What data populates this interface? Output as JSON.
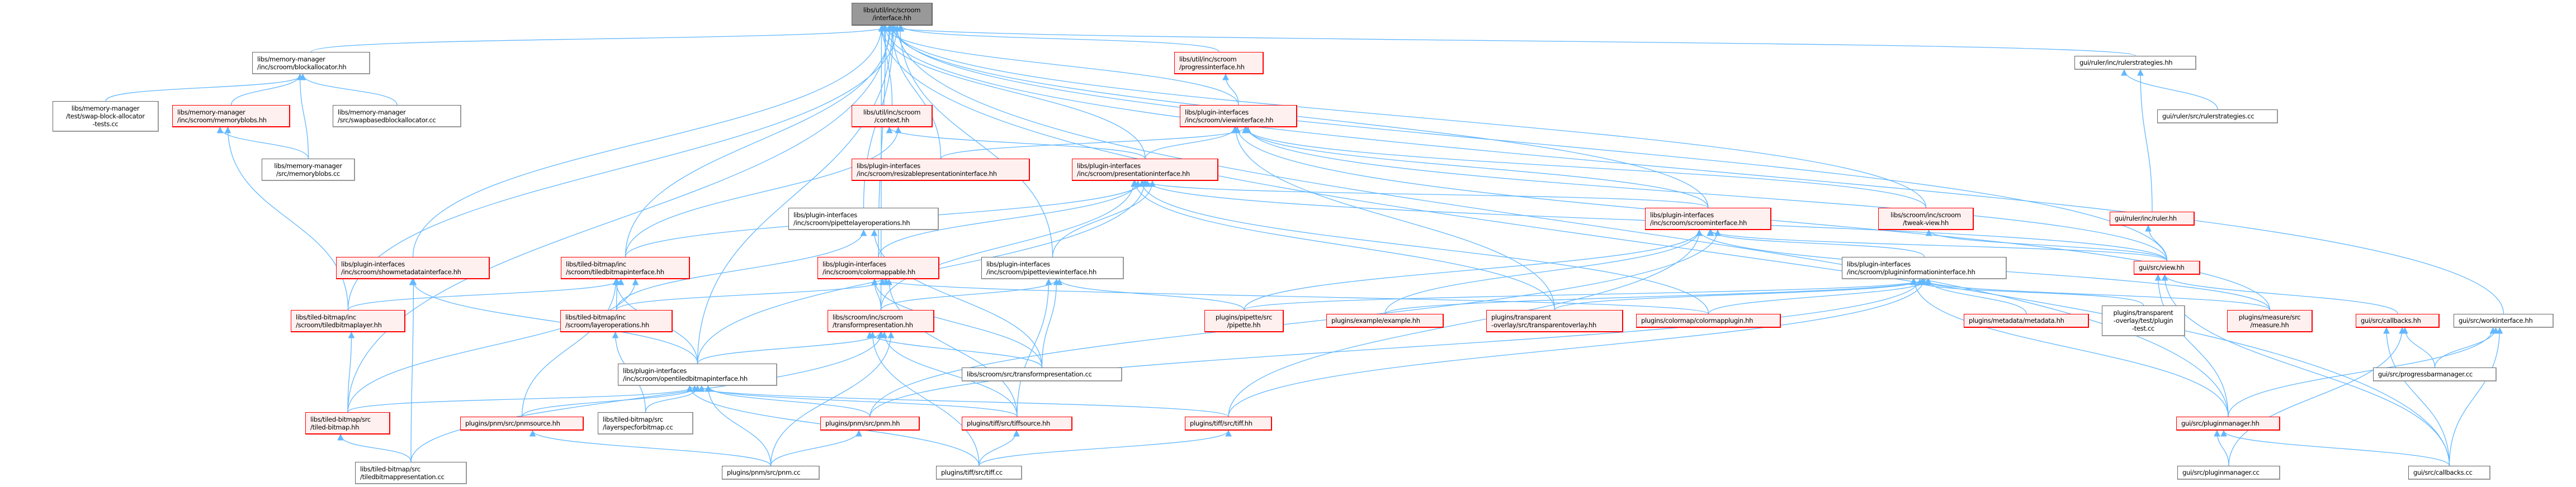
{
  "title": "libs/util/inc/scroom/interface.hh",
  "colors": {
    "edge": "#63b8ff",
    "focus_fill": "#999999",
    "red_border": "#ff0000",
    "red_fill": "#fff0f0",
    "plain_border": "#666666"
  },
  "nodes": [
    {
      "id": "interface",
      "lines": [
        "libs/util/inc/scroom",
        "/interface.hh"
      ],
      "style": "focus"
    },
    {
      "id": "blockallocator",
      "lines": [
        "libs/memory-manager",
        "/inc/scroom/blockallocator.hh"
      ],
      "style": "plain"
    },
    {
      "id": "swaptests",
      "lines": [
        "libs/memory-manager",
        "/test/swap-block-allocator",
        "-tests.cc"
      ],
      "style": "plain"
    },
    {
      "id": "memoryblobs_hh",
      "lines": [
        "libs/memory-manager",
        "/inc/scroom/memoryblobs.hh"
      ],
      "style": "red"
    },
    {
      "id": "swapbased",
      "lines": [
        "libs/memory-manager",
        "/src/swapbasedblockallocator.cc"
      ],
      "style": "plain"
    },
    {
      "id": "memoryblobs_cc",
      "lines": [
        "libs/memory-manager",
        "/src/memoryblobs.cc"
      ],
      "style": "plain"
    },
    {
      "id": "progressinterface",
      "lines": [
        "libs/util/inc/scroom",
        "/progressinterface.hh"
      ],
      "style": "red"
    },
    {
      "id": "context",
      "lines": [
        "libs/util/inc/scroom",
        "/context.hh"
      ],
      "style": "red"
    },
    {
      "id": "viewinterface",
      "lines": [
        "libs/plugin-interfaces",
        "/inc/scroom/viewinterface.hh"
      ],
      "style": "red"
    },
    {
      "id": "resizable",
      "lines": [
        "libs/plugin-interfaces",
        "/inc/scroom/resizablepresentationinterface.hh"
      ],
      "style": "red"
    },
    {
      "id": "presentation",
      "lines": [
        "libs/plugin-interfaces",
        "/inc/scroom/presentationinterface.hh"
      ],
      "style": "red"
    },
    {
      "id": "pipettelayerops",
      "lines": [
        "libs/plugin-interfaces",
        "/inc/scroom/pipettelayeroperations.hh"
      ],
      "style": "plain"
    },
    {
      "id": "scroominterface",
      "lines": [
        "libs/plugin-interfaces",
        "/inc/scroom/scroominterface.hh"
      ],
      "style": "red"
    },
    {
      "id": "tweakview",
      "lines": [
        "libs/scroom/inc/scroom",
        "/tweak-view.hh"
      ],
      "style": "red"
    },
    {
      "id": "rulerstrategies_hh",
      "lines": [
        "gui/ruler/inc/rulerstrategies.hh"
      ],
      "style": "plain"
    },
    {
      "id": "rulerstrategies_cc",
      "lines": [
        "gui/ruler/src/rulerstrategies.cc"
      ],
      "style": "plain"
    },
    {
      "id": "ruler",
      "lines": [
        "gui/ruler/inc/ruler.hh"
      ],
      "style": "red"
    },
    {
      "id": "showmetadata",
      "lines": [
        "libs/plugin-interfaces",
        "/inc/scroom/showmetadatainterface.hh"
      ],
      "style": "red"
    },
    {
      "id": "tiledbitmapinterface",
      "lines": [
        "libs/tiled-bitmap/inc",
        "/scroom/tiledbitmapinterface.hh"
      ],
      "style": "red"
    },
    {
      "id": "colormappable",
      "lines": [
        "libs/plugin-interfaces",
        "/inc/scroom/colormappable.hh"
      ],
      "style": "red"
    },
    {
      "id": "pipetteview",
      "lines": [
        "libs/plugin-interfaces",
        "/inc/scroom/pipetteviewinterface.hh"
      ],
      "style": "plain"
    },
    {
      "id": "plugininfo",
      "lines": [
        "libs/plugin-interfaces",
        "/inc/scroom/plugininformationinterface.hh"
      ],
      "style": "plain"
    },
    {
      "id": "view",
      "lines": [
        "gui/src/view.hh"
      ],
      "style": "red"
    },
    {
      "id": "tiledbitmaplayer",
      "lines": [
        "libs/tiled-bitmap/inc",
        "/scroom/tiledbitmaplayer.hh"
      ],
      "style": "red"
    },
    {
      "id": "layeroperations",
      "lines": [
        "libs/tiled-bitmap/inc",
        "/scroom/layeroperations.hh"
      ],
      "style": "red"
    },
    {
      "id": "transform_hh",
      "lines": [
        "libs/scroom/inc/scroom",
        "/transformpresentation.hh"
      ],
      "style": "red"
    },
    {
      "id": "pipette",
      "lines": [
        "plugins/pipette/src",
        "/pipette.hh"
      ],
      "style": "red"
    },
    {
      "id": "example",
      "lines": [
        "plugins/example/example.hh"
      ],
      "style": "red"
    },
    {
      "id": "transparentoverlay",
      "lines": [
        "plugins/transparent",
        "-overlay/src/transparentoverlay.hh"
      ],
      "style": "red"
    },
    {
      "id": "colormapplugin",
      "lines": [
        "plugins/colormap/colormapplugin.hh"
      ],
      "style": "red"
    },
    {
      "id": "metadata",
      "lines": [
        "plugins/metadata/metadata.hh"
      ],
      "style": "red"
    },
    {
      "id": "plugintest",
      "lines": [
        "plugins/transparent",
        "-overlay/test/plugin",
        "-test.cc"
      ],
      "style": "plain"
    },
    {
      "id": "measure",
      "lines": [
        "plugins/measure/src",
        "/measure.hh"
      ],
      "style": "red"
    },
    {
      "id": "callbacks_hh",
      "lines": [
        "gui/src/callbacks.hh"
      ],
      "style": "red"
    },
    {
      "id": "workinterface",
      "lines": [
        "gui/src/workinterface.hh"
      ],
      "style": "plain"
    },
    {
      "id": "opentiled",
      "lines": [
        "libs/plugin-interfaces",
        "/inc/scroom/opentiledbitmapinterface.hh"
      ],
      "style": "plain"
    },
    {
      "id": "transform_cc",
      "lines": [
        "libs/scroom/src/transformpresentation.cc"
      ],
      "style": "plain"
    },
    {
      "id": "progressbar",
      "lines": [
        "gui/src/progressbarmanager.cc"
      ],
      "style": "plain"
    },
    {
      "id": "tiledbitmap_hh",
      "lines": [
        "libs/tiled-bitmap/src",
        "/tiled-bitmap.hh"
      ],
      "style": "red"
    },
    {
      "id": "pnmsource",
      "lines": [
        "plugins/pnm/src/pnmsource.hh"
      ],
      "style": "red"
    },
    {
      "id": "layerspec",
      "lines": [
        "libs/tiled-bitmap/src",
        "/layerspecforbitmap.cc"
      ],
      "style": "plain"
    },
    {
      "id": "pnm_hh",
      "lines": [
        "plugins/pnm/src/pnm.hh"
      ],
      "style": "red"
    },
    {
      "id": "tiffsource",
      "lines": [
        "plugins/tiff/src/tiffsource.hh"
      ],
      "style": "red"
    },
    {
      "id": "tiff_hh",
      "lines": [
        "plugins/tiff/src/tiff.hh"
      ],
      "style": "red"
    },
    {
      "id": "pluginmanager_hh",
      "lines": [
        "gui/src/pluginmanager.hh"
      ],
      "style": "red"
    },
    {
      "id": "tiledbitmappres",
      "lines": [
        "libs/tiled-bitmap/src",
        "/tiledbitmappresentation.cc"
      ],
      "style": "plain"
    },
    {
      "id": "pnm_cc",
      "lines": [
        "plugins/pnm/src/pnm.cc"
      ],
      "style": "plain"
    },
    {
      "id": "tiff_cc",
      "lines": [
        "plugins/tiff/src/tiff.cc"
      ],
      "style": "plain"
    },
    {
      "id": "pluginmanager_cc",
      "lines": [
        "gui/src/pluginmanager.cc"
      ],
      "style": "plain"
    },
    {
      "id": "callbacks_cc",
      "lines": [
        "gui/src/callbacks.cc"
      ],
      "style": "plain"
    }
  ],
  "edges": [
    [
      "blockallocator",
      "interface"
    ],
    [
      "progressinterface",
      "interface"
    ],
    [
      "rulerstrategies_hh",
      "interface"
    ],
    [
      "context",
      "interface"
    ],
    [
      "viewinterface",
      "interface"
    ],
    [
      "resizable",
      "interface"
    ],
    [
      "presentation",
      "interface"
    ],
    [
      "pipettelayerops",
      "interface"
    ],
    [
      "scroominterface",
      "interface"
    ],
    [
      "tweakview",
      "interface"
    ],
    [
      "showmetadata",
      "interface"
    ],
    [
      "tiledbitmapinterface",
      "interface"
    ],
    [
      "tiledbitmaplayer",
      "interface"
    ],
    [
      "colormappable",
      "interface"
    ],
    [
      "pipetteview",
      "interface"
    ],
    [
      "transform_hh",
      "interface"
    ],
    [
      "opentiled",
      "interface"
    ],
    [
      "tiledbitmap_hh",
      "interface"
    ],
    [
      "view",
      "interface"
    ],
    [
      "workinterface",
      "interface"
    ],
    [
      "pluginmanager_hh",
      "interface"
    ],
    [
      "callbacks_cc",
      "interface"
    ],
    [
      "swaptests",
      "blockallocator"
    ],
    [
      "memoryblobs_hh",
      "blockallocator"
    ],
    [
      "swapbased",
      "blockallocator"
    ],
    [
      "memoryblobs_cc",
      "blockallocator"
    ],
    [
      "memoryblobs_cc",
      "memoryblobs_hh"
    ],
    [
      "tiledbitmaplayer",
      "memoryblobs_hh"
    ],
    [
      "viewinterface",
      "progressinterface"
    ],
    [
      "presentation",
      "viewinterface"
    ],
    [
      "presentation",
      "context"
    ],
    [
      "resizable",
      "viewinterface"
    ],
    [
      "tiledbitmapinterface",
      "context"
    ],
    [
      "tiledbitmapinterface",
      "presentation"
    ],
    [
      "colormappable",
      "presentation"
    ],
    [
      "scroominterface",
      "presentation"
    ],
    [
      "scroominterface",
      "viewinterface"
    ],
    [
      "tweakview",
      "viewinterface"
    ],
    [
      "view",
      "viewinterface"
    ],
    [
      "view",
      "scroominterface"
    ],
    [
      "view",
      "presentation"
    ],
    [
      "view",
      "ruler"
    ],
    [
      "view",
      "tweakview"
    ],
    [
      "ruler",
      "rulerstrategies_hh"
    ],
    [
      "rulerstrategies_cc",
      "rulerstrategies_hh"
    ],
    [
      "pipetteview",
      "presentation"
    ],
    [
      "plugininfo",
      "scroominterface"
    ],
    [
      "transform_hh",
      "presentation"
    ],
    [
      "transform_hh",
      "colormappable"
    ],
    [
      "transform_hh",
      "pipetteview"
    ],
    [
      "layeroperations",
      "tiledbitmapinterface"
    ],
    [
      "layeroperations",
      "colormappable"
    ],
    [
      "layeroperations",
      "pipettelayerops"
    ],
    [
      "tiledbitmaplayer",
      "tiledbitmapinterface"
    ],
    [
      "opentiled",
      "tiledbitmapinterface"
    ],
    [
      "opentiled",
      "presentation"
    ],
    [
      "opentiled",
      "showmetadata"
    ],
    [
      "opentiled",
      "transform_hh"
    ],
    [
      "tiledbitmap_hh",
      "tiledbitmaplayer"
    ],
    [
      "tiledbitmap_hh",
      "opentiled"
    ],
    [
      "tiledbitmap_hh",
      "tiledbitmapinterface"
    ],
    [
      "pnmsource",
      "opentiled"
    ],
    [
      "pnmsource",
      "tiledbitmapinterface"
    ],
    [
      "layerspec",
      "layeroperations"
    ],
    [
      "layerspec",
      "opentiled"
    ],
    [
      "tiledbitmappres",
      "tiledbitmap_hh"
    ],
    [
      "tiledbitmappres",
      "showmetadata"
    ],
    [
      "tiledbitmappres",
      "transform_hh"
    ],
    [
      "pnm_hh",
      "scroominterface"
    ],
    [
      "pnm_hh",
      "opentiled"
    ],
    [
      "tiffsource",
      "opentiled"
    ],
    [
      "tiffsource",
      "transform_hh"
    ],
    [
      "tiffsource",
      "colormappable"
    ],
    [
      "tiffsource",
      "pipetteview"
    ],
    [
      "tiff_hh",
      "opentiled"
    ],
    [
      "tiff_hh",
      "scroominterface"
    ],
    [
      "pnm_cc",
      "pnm_hh"
    ],
    [
      "pnm_cc",
      "pnmsource"
    ],
    [
      "pnm_cc",
      "opentiled"
    ],
    [
      "pnm_cc",
      "transform_hh"
    ],
    [
      "tiff_cc",
      "tiffsource"
    ],
    [
      "tiff_cc",
      "tiff_hh"
    ],
    [
      "tiff_cc",
      "opentiled"
    ],
    [
      "tiff_cc",
      "transform_hh"
    ],
    [
      "transform_cc",
      "transform_hh"
    ],
    [
      "transform_cc",
      "pipetteview"
    ],
    [
      "transform_cc",
      "colormappable"
    ],
    [
      "transform_cc",
      "pipettelayerops"
    ],
    [
      "pipette",
      "pipetteview"
    ],
    [
      "pipette",
      "plugininfo"
    ],
    [
      "pipette",
      "scroominterface"
    ],
    [
      "example",
      "plugininfo"
    ],
    [
      "example",
      "scroominterface"
    ],
    [
      "transparentoverlay",
      "plugininfo"
    ],
    [
      "transparentoverlay",
      "viewinterface"
    ],
    [
      "transparentoverlay",
      "presentation"
    ],
    [
      "colormapplugin",
      "plugininfo"
    ],
    [
      "colormapplugin",
      "colormappable"
    ],
    [
      "colormapplugin",
      "presentation"
    ],
    [
      "metadata",
      "plugininfo"
    ],
    [
      "plugintest",
      "plugininfo"
    ],
    [
      "measure",
      "plugininfo"
    ],
    [
      "measure",
      "scroominterface"
    ],
    [
      "measure",
      "viewinterface"
    ],
    [
      "callbacks_hh",
      "view"
    ],
    [
      "pluginmanager_hh",
      "plugininfo"
    ],
    [
      "pluginmanager_hh",
      "view"
    ],
    [
      "pluginmanager_hh",
      "workinterface"
    ],
    [
      "pluginmanager_cc",
      "pluginmanager_hh"
    ],
    [
      "pluginmanager_cc",
      "callbacks_hh"
    ],
    [
      "callbacks_cc",
      "pluginmanager_hh"
    ],
    [
      "callbacks_cc",
      "callbacks_hh"
    ],
    [
      "callbacks_cc",
      "workinterface"
    ],
    [
      "callbacks_cc",
      "view"
    ],
    [
      "progressbar",
      "callbacks_hh"
    ],
    [
      "progressbar",
      "workinterface"
    ],
    [
      "tiff_hh",
      "plugininfo"
    ],
    [
      "pnm_hh",
      "plugininfo"
    ]
  ]
}
